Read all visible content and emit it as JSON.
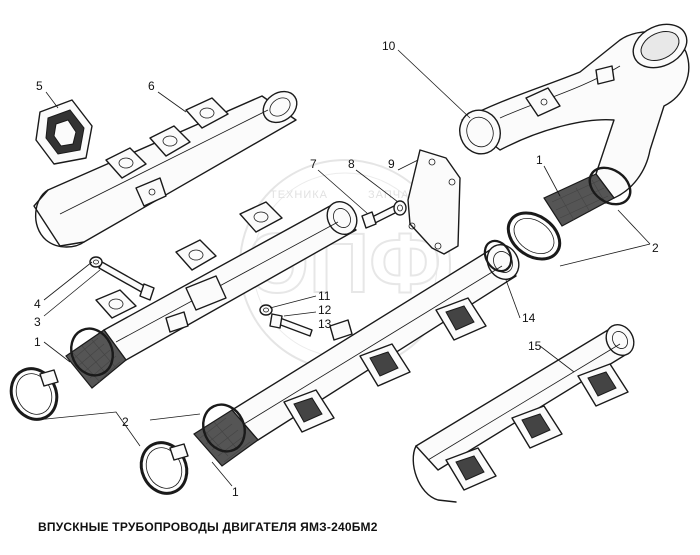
{
  "caption": "ВПУСКНЫЕ ТРУБОПРОВОДЫ ДВИГАТЕЛЯ ЯМЗ-240БМ2",
  "watermark": {
    "left_text": "ТЕХНИКА",
    "right_text": "ЗАПЧАСТИ",
    "logo_letters": "ЭПФ"
  },
  "callouts": {
    "c1a": "1",
    "c1b": "1",
    "c1c": "1",
    "c2a": "2",
    "c2b": "2",
    "c3": "3",
    "c4": "4",
    "c5": "5",
    "c6": "6",
    "c7": "7",
    "c8": "8",
    "c9": "9",
    "c10": "10",
    "c11": "11",
    "c12": "12",
    "c13": "13",
    "c14": "14",
    "c15": "15"
  },
  "colors": {
    "ink": "#1a1a1a",
    "watermark": "#c9c9c9",
    "background": "#ffffff"
  }
}
